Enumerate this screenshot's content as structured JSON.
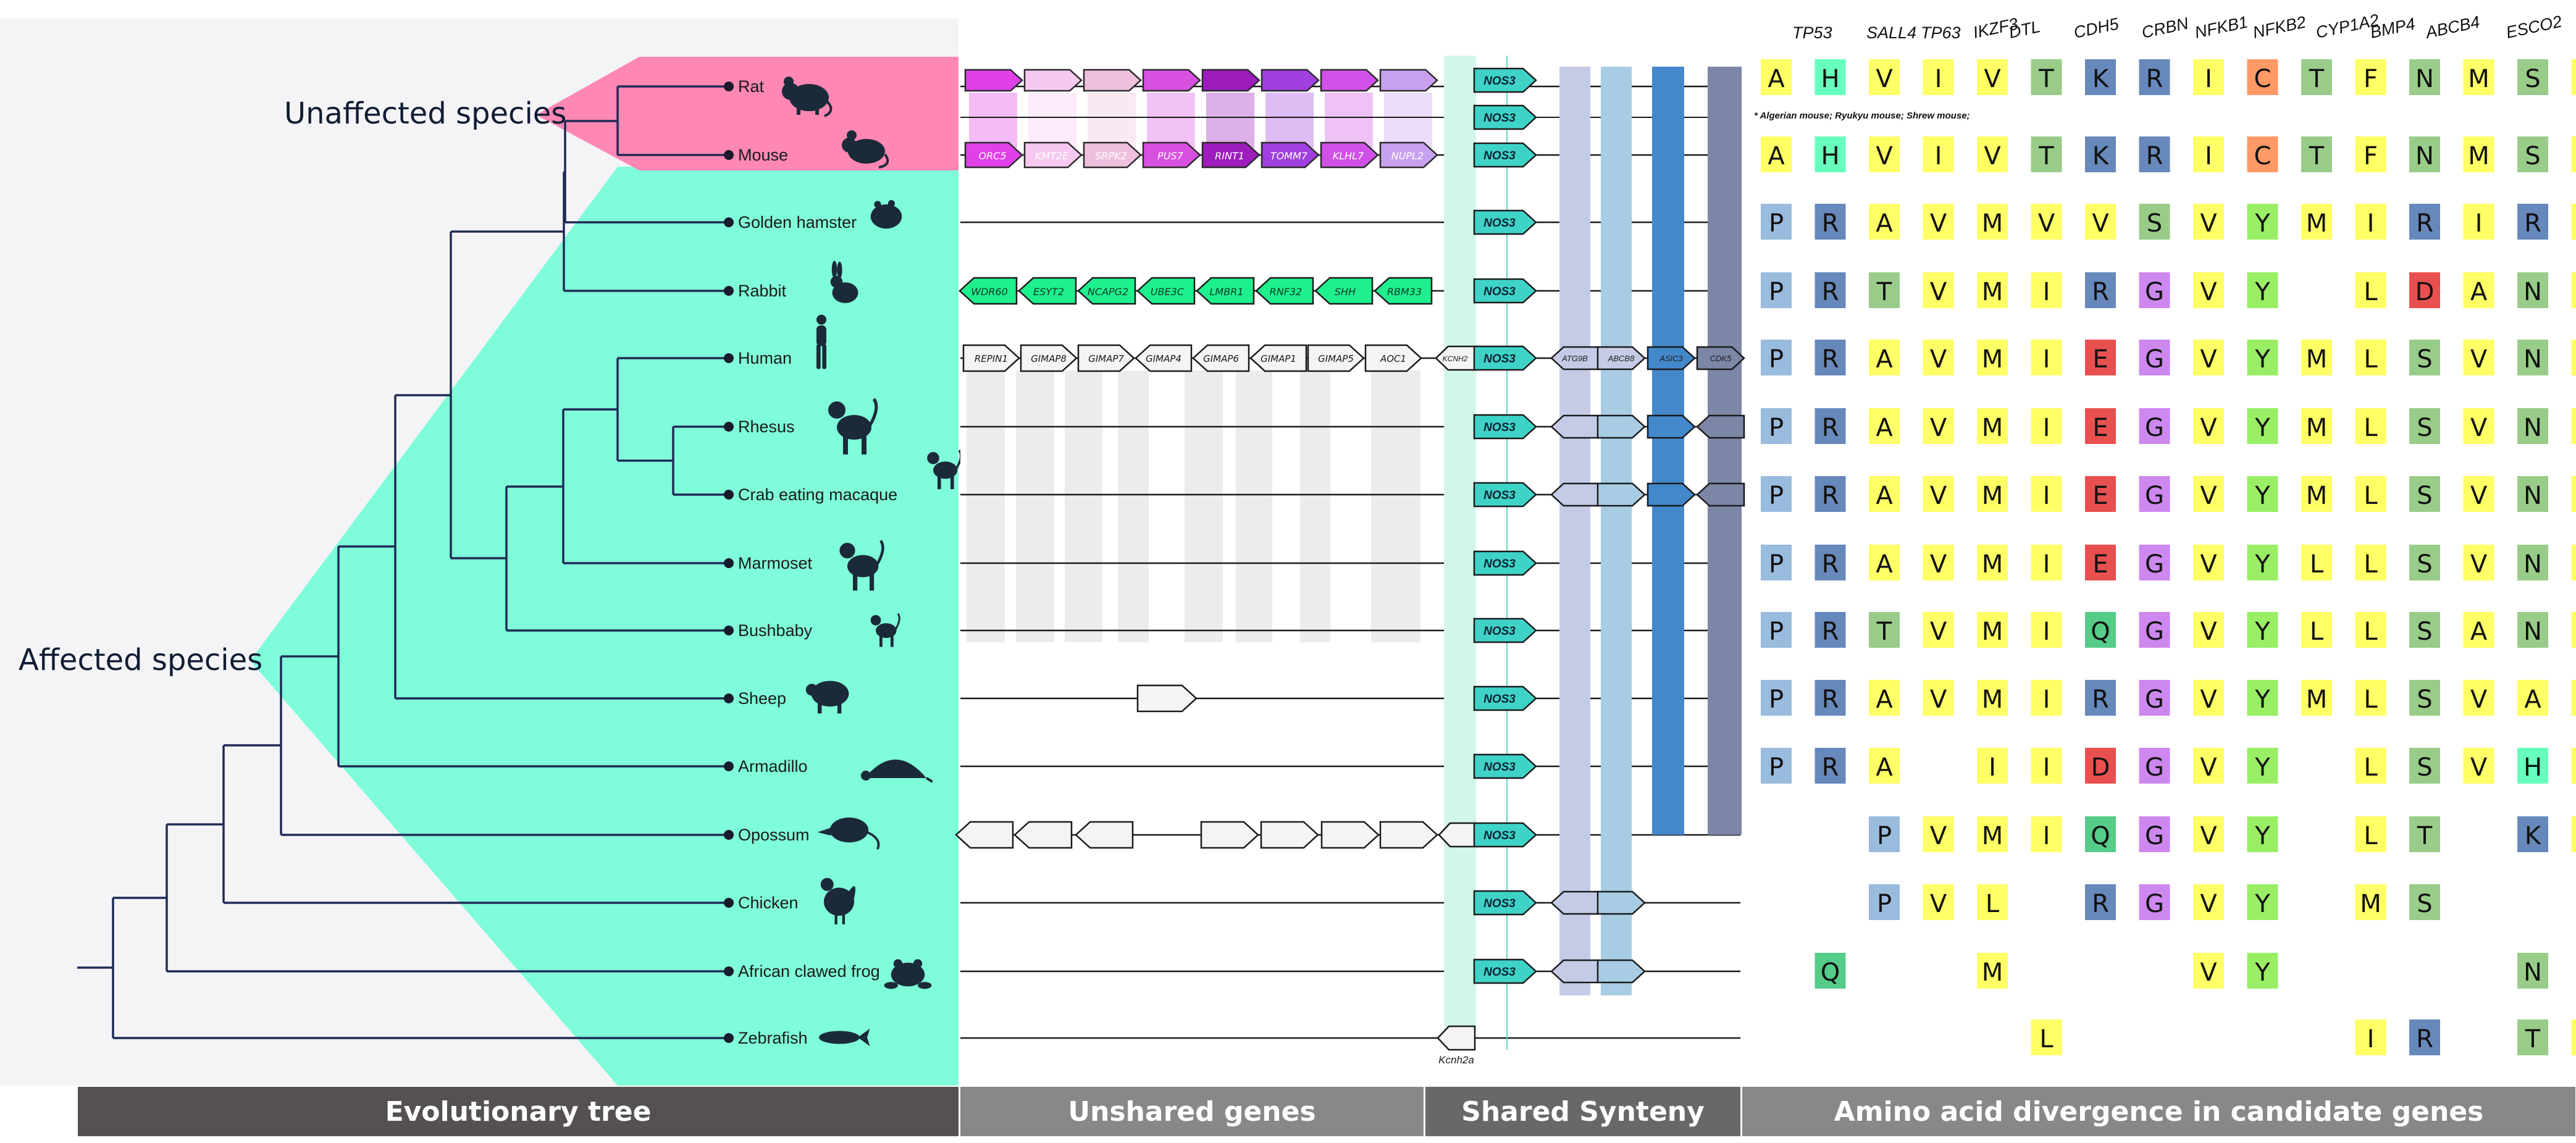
{
  "group_labels": {
    "unaffected": "Unaffected species",
    "affected": "Affected species"
  },
  "species": [
    {
      "name": "Rat",
      "icon": "rat-icon"
    },
    {
      "name": "Mouse",
      "icon": "mouse-icon"
    },
    {
      "name": "Golden hamster",
      "icon": "hamster-icon"
    },
    {
      "name": "Rabbit",
      "icon": "rabbit-icon"
    },
    {
      "name": "Human",
      "icon": "human-icon"
    },
    {
      "name": "Rhesus",
      "icon": "rhesus-icon"
    },
    {
      "name": "Crab eating macaque",
      "icon": "macaque-icon"
    },
    {
      "name": "Marmoset",
      "icon": "marmoset-icon"
    },
    {
      "name": "Bushbaby",
      "icon": "bushbaby-icon"
    },
    {
      "name": "Sheep",
      "icon": "sheep-icon"
    },
    {
      "name": "Armadillo",
      "icon": "armadillo-icon"
    },
    {
      "name": "Opossum",
      "icon": "opossum-icon"
    },
    {
      "name": "Chicken",
      "icon": "chicken-icon"
    },
    {
      "name": "African clawed frog",
      "icon": "frog-icon"
    },
    {
      "name": "Zebrafish",
      "icon": "fish-icon"
    }
  ],
  "rat_mouse_genes": [
    {
      "name": "ORC5",
      "color": "#e040e8"
    },
    {
      "name": "KMT2E",
      "color": "#f6c8ef"
    },
    {
      "name": "SRPK2",
      "color": "#eec0de"
    },
    {
      "name": "PUS7",
      "color": "#d850e0"
    },
    {
      "name": "RINT1",
      "color": "#9c1cbc"
    },
    {
      "name": "TOMM7",
      "color": "#a040e0"
    },
    {
      "name": "KLHL7",
      "color": "#d050e8"
    },
    {
      "name": "NUPL2",
      "color": "#c8a0f0"
    }
  ],
  "rabbit_genes": [
    "WDR60",
    "ESYT2",
    "NCAPG2",
    "UBE3C",
    "LMBR1",
    "RNF32",
    "SHH",
    "RBM33"
  ],
  "human_genes": [
    "REPIN1",
    "GIMAP8",
    "GIMAP7",
    "GIMAP4",
    "GIMAP6",
    "GIMAP1",
    "GIMAP5",
    "AOC1"
  ],
  "synteny_genes": {
    "kcnh2": "KCNH2",
    "nos3": "NOS3",
    "kcnh2a": "Kcnh2a",
    "flanking": [
      "ATG9B",
      "ABCB8",
      "ASIC3",
      "CDK5"
    ]
  },
  "footnote": "* Algerian mouse; Ryukyu mouse; Shrew mouse;",
  "candidate_genes": [
    "TP53",
    "SALL4",
    "TP63",
    "IKZF3",
    "DTL",
    "CDH5",
    "CRBN",
    "NFKB1",
    "NFKB2",
    "CYP1A2",
    "BMP4",
    "ABCB4",
    "ESCO2"
  ],
  "aa_rows": [
    "A H V I V T K R I C T F N M S V H",
    "A H V I V T K R I C T F N M S V H",
    "P R A V M V V S V Y M I R I R M Y",
    "P R T V M I R G V Y _ L D A N M Q",
    "P R A V M I E G V Y M L S V N M Q",
    "P R A V M I E G V Y M L S V N M Q",
    "P R A V M I E G V Y M L S V N M Q",
    "P R A V M I E G V Y L L S V N M Q",
    "P R T V M I Q G V Y L L S A N L Q",
    "P R A V M I R G V Y M L S V A M Q",
    "P R A _ I I D G V Y _ L S V H M Q",
    "_ _ P V M I Q G V Y _ L T _ K M _",
    "_ _ P V L _ R G V Y _ M S _ _ _ _",
    "_ Q _ _ M _ _ _ V Y _ _ _ _ N _ _",
    "_ _ _ _ _ L _ _ _ _ _ I R _ T M _"
  ],
  "aa_colors": {
    "A": "#ffff66",
    "H": "#66ffbb",
    "V": "#ffff66",
    "I": "#ffff66",
    "T": "#99cc88",
    "K": "#6688bb",
    "R": "#6688bb",
    "C": "#ff9966",
    "F": "#ffff66",
    "N": "#99cc88",
    "M": "#ffff66",
    "S": "#99cc88",
    "P": "#99bbdd",
    "Y": "#99ee66",
    "L": "#ffff66",
    "D": "#e85050",
    "E": "#e85050",
    "G": "#cc88ee",
    "Q": "#55cc88"
  },
  "section_titles": {
    "tree": "Evolutionary tree",
    "unshared": "Unshared genes",
    "synteny": "Shared Synteny",
    "aa": "Amino acid divergence in candidate genes"
  }
}
